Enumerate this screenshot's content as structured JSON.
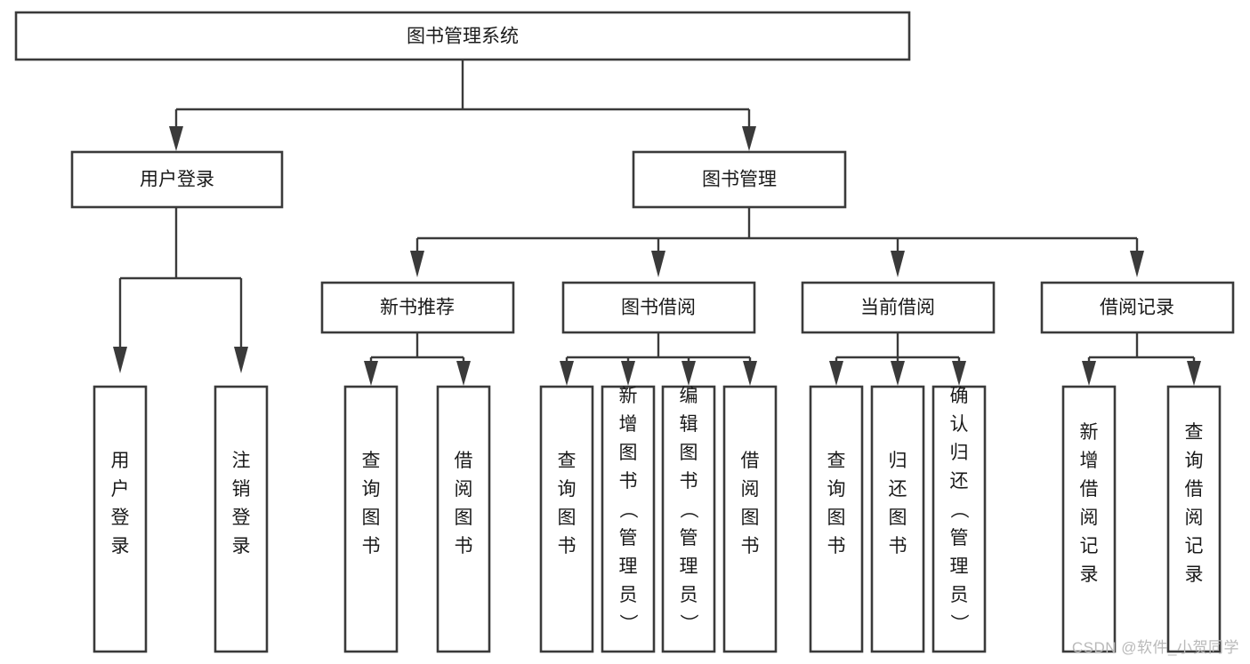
{
  "diagram": {
    "type": "tree-hierarchy",
    "title": "图书管理系统",
    "watermark": "CSDN @软件_小贺同学",
    "colors": {
      "box_stroke": "#3a3a3a",
      "box_fill": "#ffffff",
      "text": "#1a1a1a",
      "background": "#ffffff",
      "watermark": "#b9b9b9"
    },
    "levels": {
      "root": {
        "label": "图书管理系统"
      },
      "level2": [
        {
          "label": "用户登录"
        },
        {
          "label": "图书管理"
        }
      ],
      "level3": [
        {
          "label": "新书推荐"
        },
        {
          "label": "图书借阅"
        },
        {
          "label": "当前借阅"
        },
        {
          "label": "借阅记录"
        }
      ],
      "leaves_user_login": [
        {
          "label": "用户登录"
        },
        {
          "label": "注销登录"
        }
      ],
      "leaves_new_book": [
        {
          "label": "查询图书"
        },
        {
          "label": "借阅图书"
        }
      ],
      "leaves_borrow": [
        {
          "label": "查询图书"
        },
        {
          "label": "新增图书（管理员）"
        },
        {
          "label": "编辑图书（管理员）"
        },
        {
          "label": "借阅图书"
        }
      ],
      "leaves_current": [
        {
          "label": "查询图书"
        },
        {
          "label": "归还图书"
        },
        {
          "label": "确认归还（管理员）"
        }
      ],
      "leaves_records": [
        {
          "label": "新增借阅记录"
        },
        {
          "label": "查询借阅记录"
        }
      ]
    }
  }
}
